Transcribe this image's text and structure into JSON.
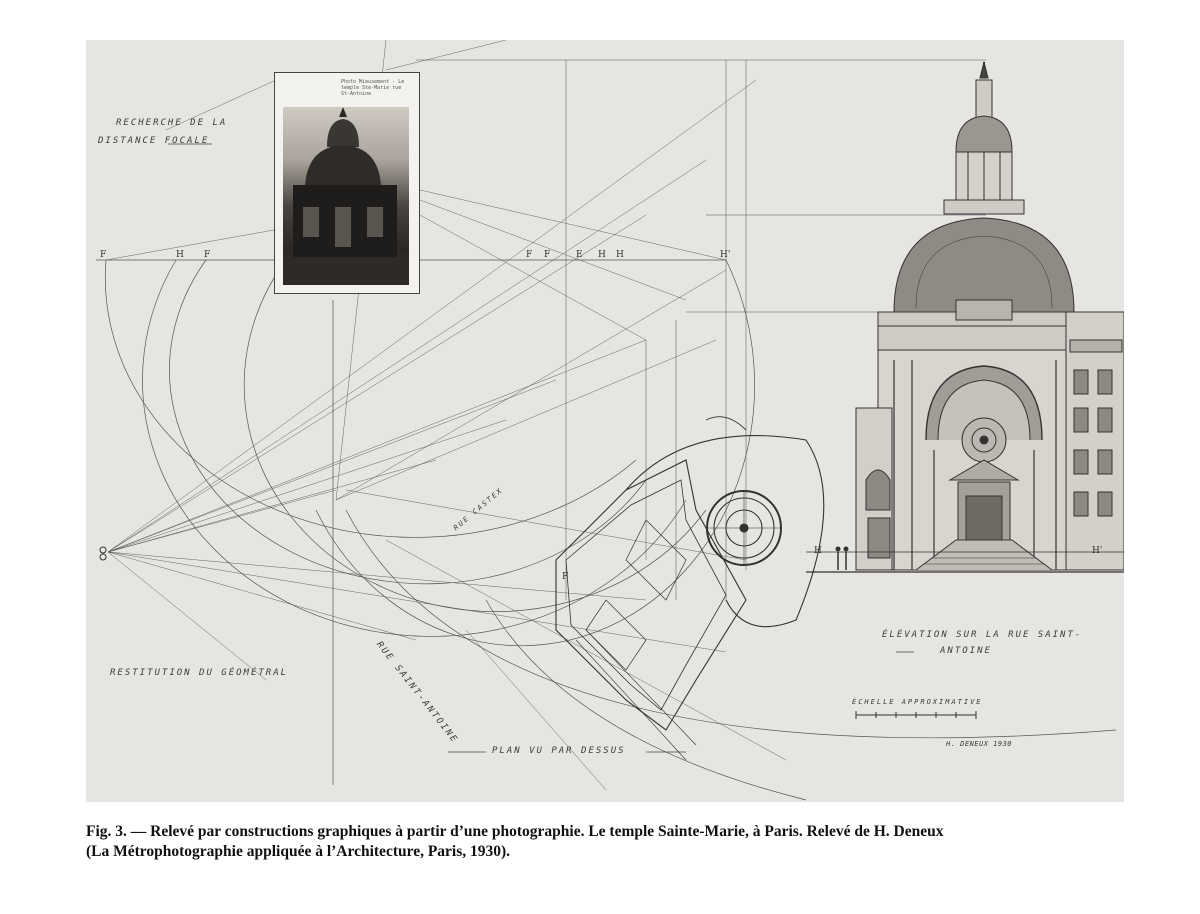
{
  "figure": {
    "labels": {
      "distance_search": [
        "Recherche de la",
        "distance focale"
      ],
      "restitution": "Restitution du géométral",
      "plan": "Plan vu par dessus",
      "elevation": [
        "Élévation sur la rue Saint-",
        "Antoine"
      ],
      "scale": "Échelle approximative",
      "signature": "H. Deneux 1930",
      "street_saint_antoine": "Rue Saint-Antoine",
      "street_castex": "Rue Castex"
    },
    "point_labels": [
      "F",
      "H",
      "F",
      "F",
      "F",
      "E",
      "H",
      "H",
      "H'",
      "H",
      "H'",
      "F"
    ],
    "photo_note": "Photo Mieusement · Le temple Ste-Marie rue St-Antoine"
  },
  "caption": {
    "line1": "Fig. 3. — Relevé par constructions graphiques à partir d’une photographie. Le temple Sainte-Marie, à Paris. Relevé de H. Deneux",
    "line2": "(La Métrophotographie appliquée à l’Architecture, Paris, 1930)."
  },
  "colors": {
    "paper": "#e7e5e1",
    "ink": "#3a3a3a",
    "page": "#ffffff"
  }
}
